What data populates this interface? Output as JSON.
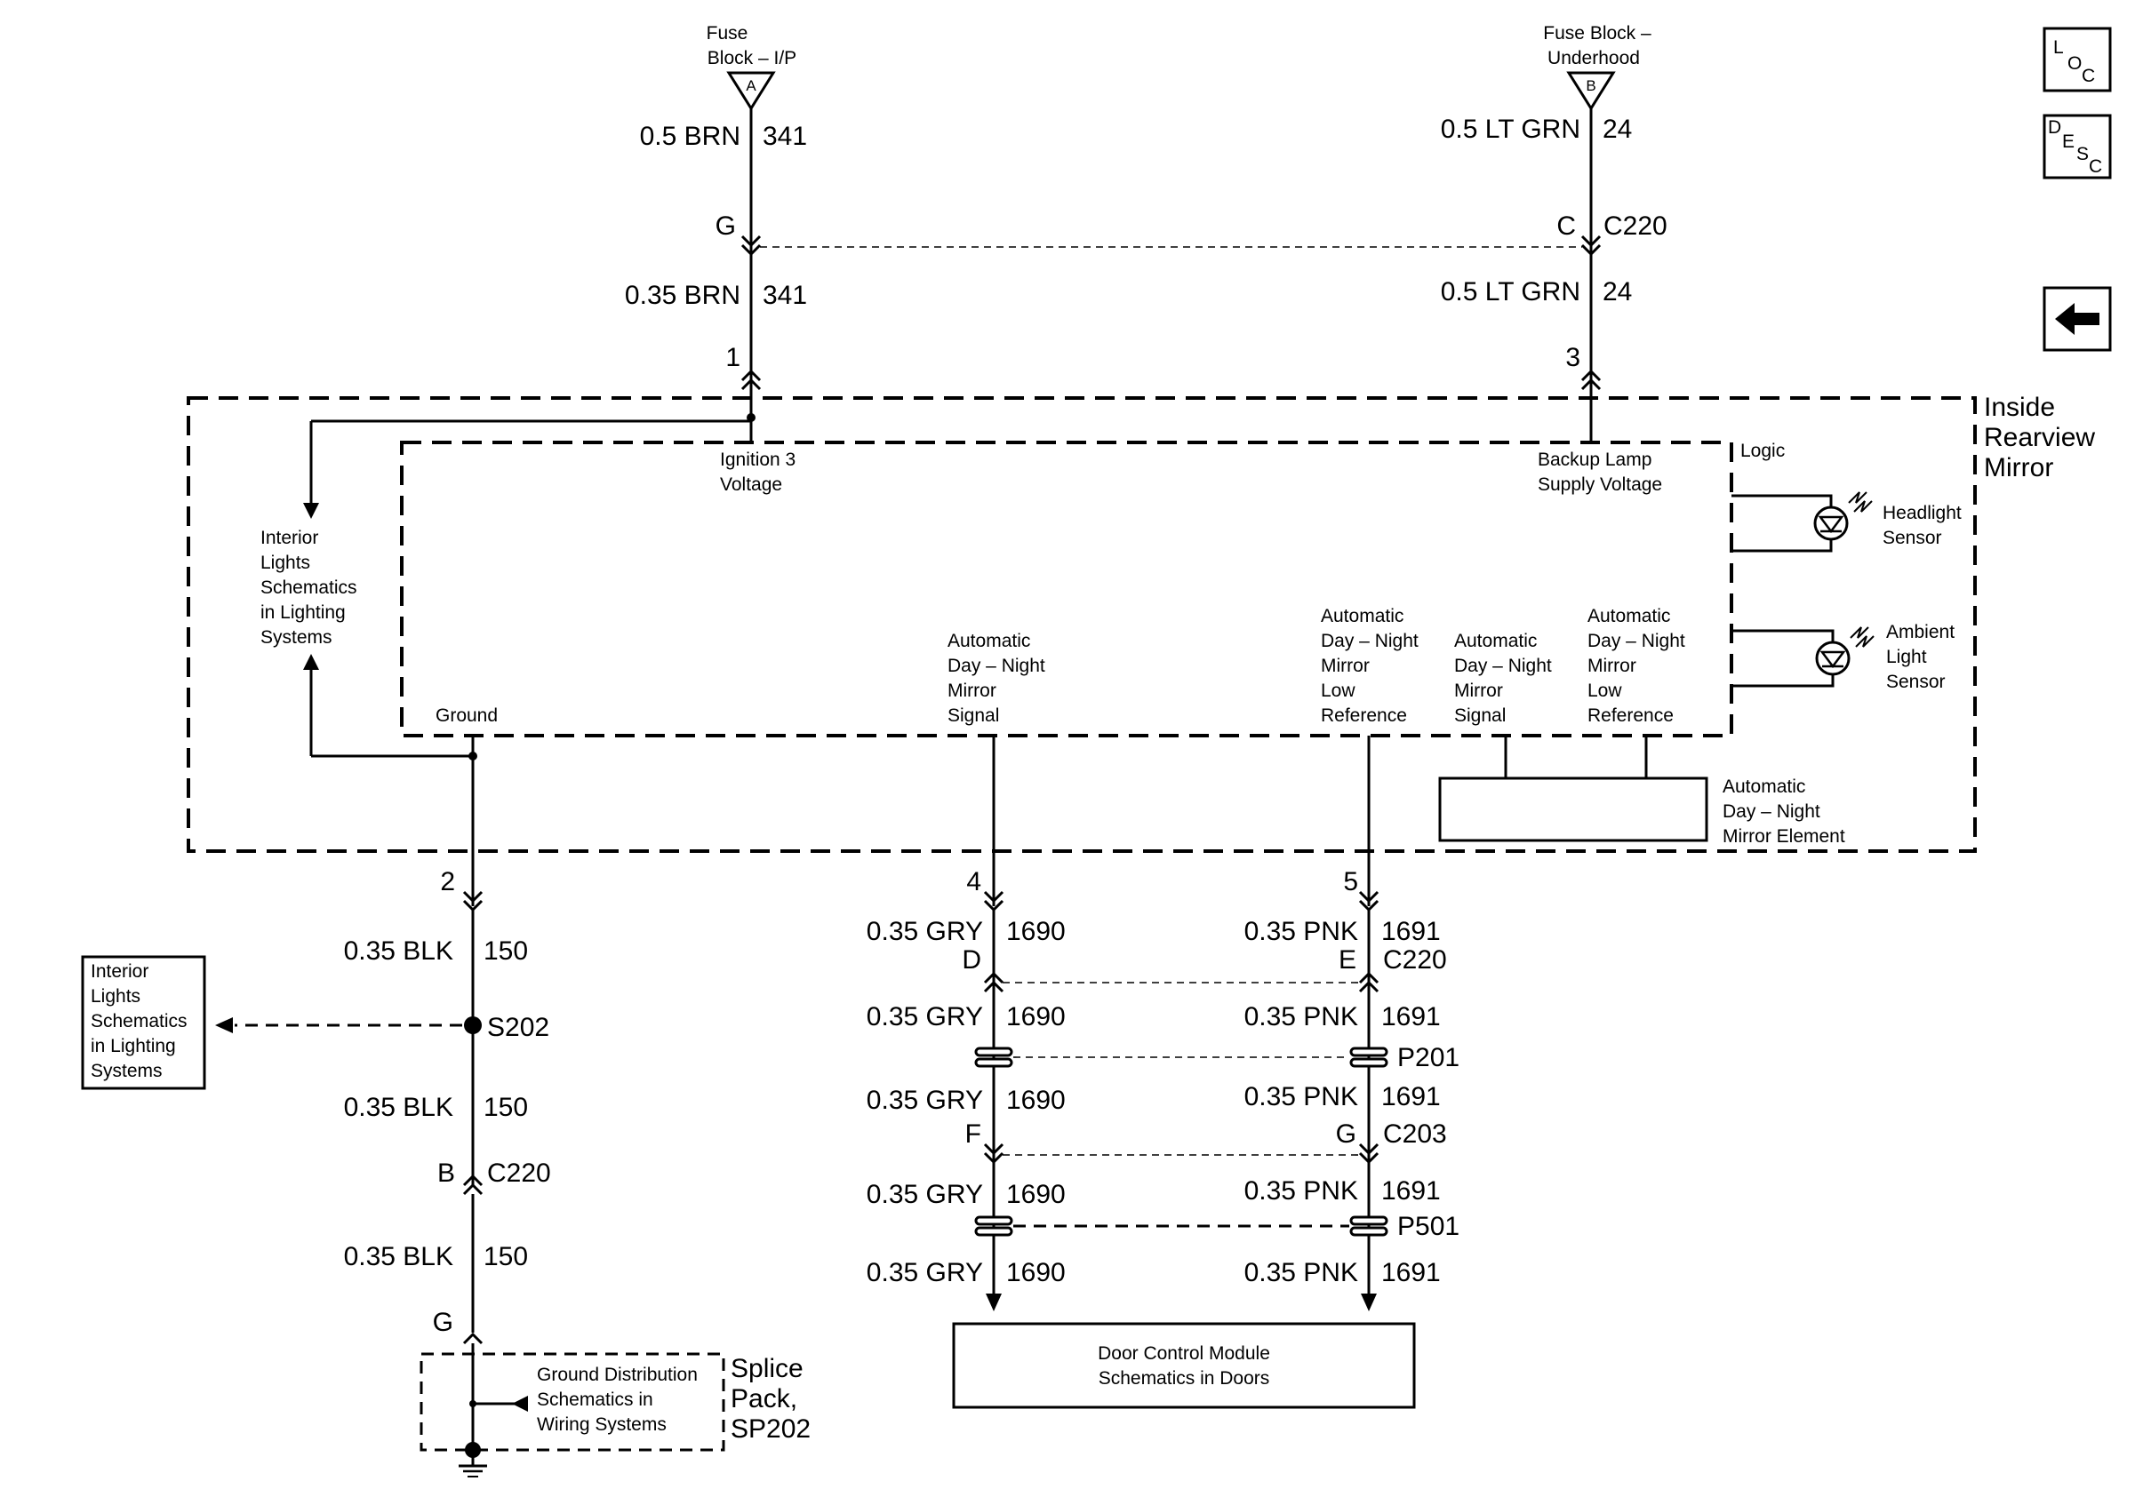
{
  "nav": {
    "loc_button": {
      "l": "L",
      "o": "O",
      "c": "C"
    },
    "desc_button": {
      "d": "D",
      "e": "E",
      "s": "S",
      "c": "C"
    },
    "back_arrow": "left-arrow-icon"
  },
  "fuses": {
    "ip": {
      "line1": "Fuse",
      "line2": "Block – I/P",
      "letter": "A"
    },
    "underhood": {
      "line1": "Fuse Block –",
      "line2": "Underhood",
      "letter": "B"
    }
  },
  "wires": {
    "brn_top": {
      "gauge": "0.5 BRN",
      "circuit": "341"
    },
    "brn_mid": {
      "gauge": "0.35 BRN",
      "circuit": "341"
    },
    "grn_top": {
      "gauge": "0.5 LT GRN",
      "circuit": "24"
    },
    "grn_mid": {
      "gauge": "0.5 LT GRN",
      "circuit": "24"
    },
    "blk1": {
      "gauge": "0.35 BLK",
      "circuit": "150"
    },
    "blk2": {
      "gauge": "0.35 BLK",
      "circuit": "150"
    },
    "blk3": {
      "gauge": "0.35 BLK",
      "circuit": "150"
    },
    "gry": [
      {
        "gauge": "0.35 GRY",
        "circuit": "1690"
      },
      {
        "gauge": "0.35 GRY",
        "circuit": "1690"
      },
      {
        "gauge": "0.35 GRY",
        "circuit": "1690"
      },
      {
        "gauge": "0.35 GRY",
        "circuit": "1690"
      },
      {
        "gauge": "0.35 GRY",
        "circuit": "1690"
      }
    ],
    "pnk": [
      {
        "gauge": "0.35 PNK",
        "circuit": "1691"
      },
      {
        "gauge": "0.35 PNK",
        "circuit": "1691"
      },
      {
        "gauge": "0.35 PNK",
        "circuit": "1691"
      },
      {
        "gauge": "0.35 PNK",
        "circuit": "1691"
      },
      {
        "gauge": "0.35 PNK",
        "circuit": "1691"
      }
    ]
  },
  "connectors": {
    "top_left_pin": "G",
    "top_right_pin": "C",
    "top_name": "C220",
    "pin1": "1",
    "pin3": "3",
    "pin2": "2",
    "pin4": "4",
    "pin5": "5",
    "d_pin": "D",
    "e_pin": "E",
    "e_name": "C220",
    "p201": "P201",
    "f_pin": "F",
    "g_pin": "G",
    "c203": "C203",
    "p501": "P501",
    "b_pin": "B",
    "b_name": "C220",
    "bottom_g": "G",
    "s202": "S202"
  },
  "mirror": {
    "title": [
      "Inside",
      "Rearview",
      "Mirror"
    ],
    "logic": "Logic",
    "ignition": [
      "Ignition 3",
      "Voltage"
    ],
    "backup": [
      "Backup Lamp",
      "Supply Voltage"
    ],
    "ground": "Ground",
    "signal_left": [
      "Automatic",
      "Day – Night",
      "Mirror",
      "Signal"
    ],
    "lowref_left": [
      "Automatic",
      "Day – Night",
      "Mirror",
      "Low",
      "Reference"
    ],
    "signal_right": [
      "Automatic",
      "Day – Night",
      "Mirror",
      "Signal"
    ],
    "lowref_right": [
      "Automatic",
      "Day – Night",
      "Mirror",
      "Low",
      "Reference"
    ],
    "headlight": [
      "Headlight",
      "Sensor"
    ],
    "ambient": [
      "Ambient",
      "Light",
      "Sensor"
    ],
    "element": [
      "Automatic",
      "Day – Night",
      "Mirror Element"
    ]
  },
  "interior_lights_inner": [
    "Interior",
    "Lights",
    "Schematics",
    "in Lighting",
    "Systems"
  ],
  "interior_lights_box": [
    "Interior",
    "Lights",
    "Schematics",
    "in Lighting",
    "Systems"
  ],
  "door_module": [
    "Door Control Module",
    "Schematics in Doors"
  ],
  "ground_dist": [
    "Ground Distribution",
    "Schematics in",
    "Wiring Systems"
  ],
  "splice_pack": [
    "Splice",
    "Pack,",
    "SP202"
  ]
}
